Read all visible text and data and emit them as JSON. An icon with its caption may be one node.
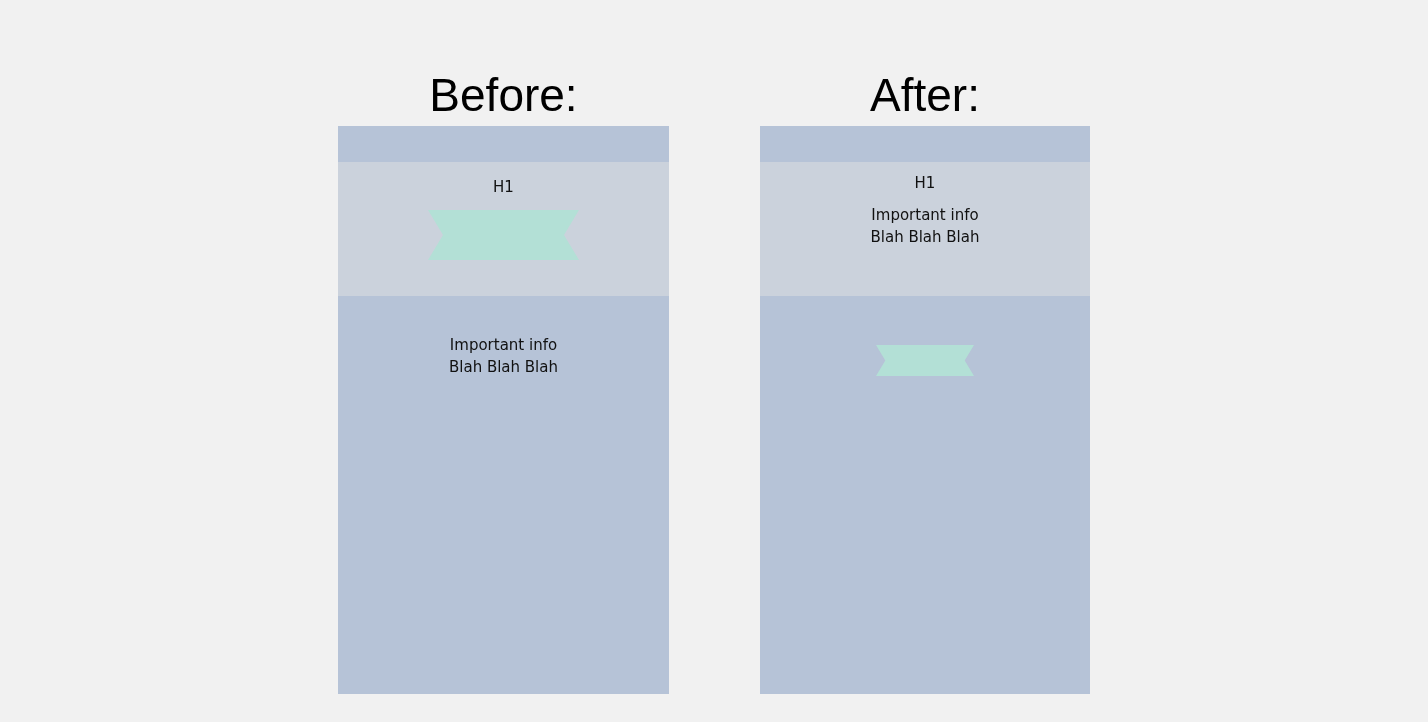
{
  "diagram": {
    "nodes": [
      {
        "text": [
          "Before:"
        ]
      },
      {
        "text": [],
        "shape": "bar",
        "in": 0
      },
      {
        "text": [
          "H1"
        ],
        "in": 0
      },
      {
        "text": [],
        "shape": "banner",
        "in": 2
      },
      {
        "text": [
          "Important info Blah Blah Blah"
        ],
        "in": 0
      },
      {
        "text": [
          "After:"
        ]
      },
      {
        "text": [],
        "shape": "bar",
        "in": 5
      },
      {
        "text": [
          "H1",
          "Important info Blah Blah Blah"
        ],
        "in": 5
      },
      {
        "text": [],
        "shape": "box",
        "in": 5
      },
      {
        "text": [],
        "shape": "banner",
        "in": 8
      }
    ],
    "edges": []
  }
}
